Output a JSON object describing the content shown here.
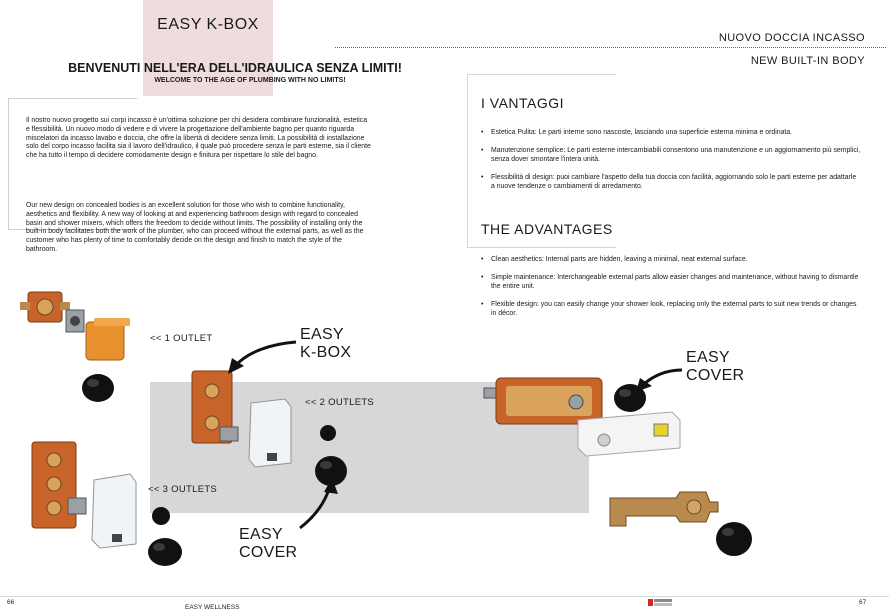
{
  "header": {
    "tab_title": "EASY K-BOX",
    "headline_it": "BENVENUTI NELL'ERA DELL'IDRAULICA SENZA LIMITI!",
    "headline_en": "WELCOME TO THE AGE OF PLUMBING WITH NO LIMITS!",
    "section_it": "NUOVO DOCCIA INCASSO",
    "section_en": "NEW BUILT-IN BODY"
  },
  "intro": {
    "it": "Il nostro nuovo progetto sui corpi incasso è un'ottima soluzione per chi desidera combinare funzionalità, estetica e flessibilità. Un nuovo modo di vedere e di vivere la progettazione dell'ambiente bagno per quanto riguarda miscelatori da incasso lavabo e doccia, che offre la libertà di decidere senza limiti. La possibilità di installazione solo del corpo incasso facilita sia il lavoro dell'idraulico, il quale può procedere senza le parti esterne, sia il cliente che ha tutto il tempo di decidere comodamente design e finitura per rispettare lo stile del bagno.",
    "en": "Our new design on concealed bodies is an excellent solution for those who wish to combine functionality, aesthetics and flexibility. A new way of looking at and experiencing bathroom design with regard to concealed basin and shower mixers, which offers the freedom to decide without limits. The possibility of installing only the built-in body facilitates both the work of the plumber, who can proceed without the external parts, as well as the customer who has plenty of time to comfortably decide on the design and finish to match the style of the bathroom."
  },
  "vantaggi": {
    "title": "I VANTAGGI",
    "items": [
      "Estetica Pulita: Le parti interne sono nascoste, lasciando una superficie esterna minima e ordinata.",
      "Manutenzione semplice: Le parti esterne intercambiabili consentono una manutenzione e un aggiornamento più semplici, senza dover smontare l'intera unità.",
      "Flessibilità di design: puoi cambiare l'aspetto della tua doccia con facilità, aggiornando solo le parti esterne per adattarle a nuove tendenze o cambiamenti di arredamento."
    ]
  },
  "advantages": {
    "title": "THE ADVANTAGES",
    "items": [
      "Clean aesthetics: Internal parts are hidden, leaving a minimal, neat external surface.",
      "Simple maintenance: Interchangeable external parts allow easier changes and maintenance, without having to dismantle the entire unit.",
      "Flexible design: you can easily change your shower look, replacing only the external parts to suit new trends or changes in décor."
    ]
  },
  "labels": {
    "outlet1": "<<  1  OUTLET",
    "outlet2": "<<  2 OUTLETS",
    "outlet3": "<<  3 OUTLETS",
    "kbox_line1": "EASY",
    "kbox_line2": "K-BOX",
    "cover_left_line1": "EASY",
    "cover_left_line2": "COVER",
    "cover_right_line1": "EASY",
    "cover_right_line2": "COVER"
  },
  "footer": {
    "page_left": "66",
    "brand": "EASY WELLNESS",
    "page_right": "67"
  },
  "colors": {
    "tab_bg": "#efdcdc",
    "gray_panel": "#d7d7d7",
    "copper": "#c8642a",
    "brass": "#b88a4e",
    "orange_cover": "#e8912f",
    "black_cap": "#111111"
  }
}
